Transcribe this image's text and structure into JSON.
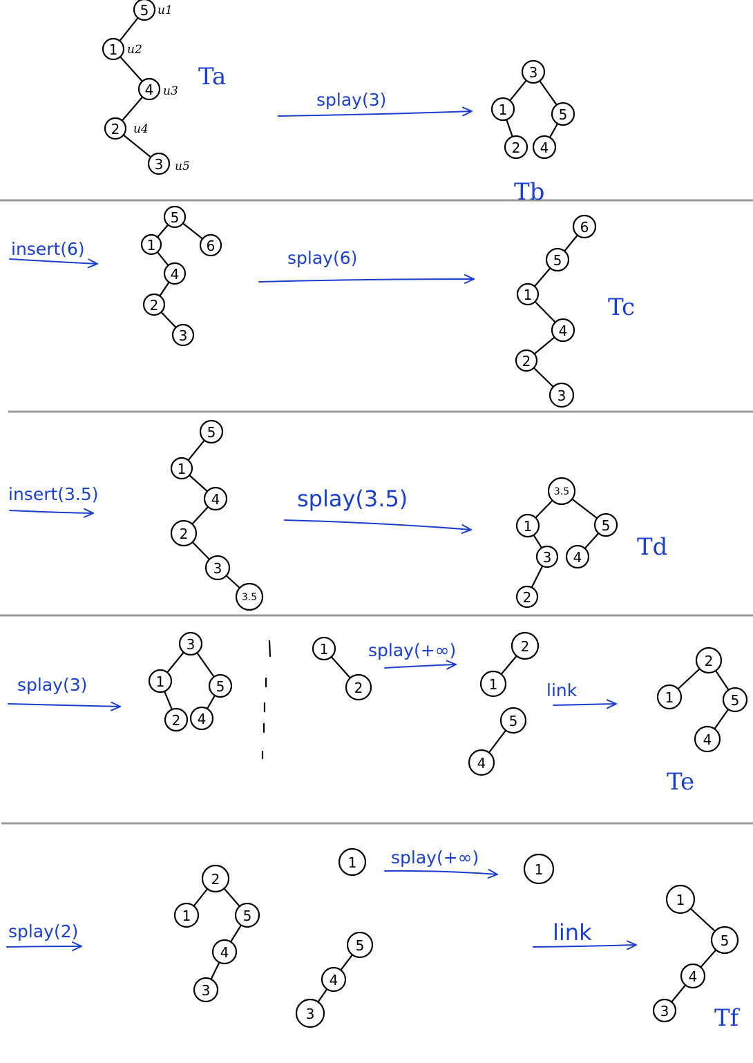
{
  "diagram": {
    "nodes": [
      "5",
      "1",
      "4",
      "2",
      "3",
      "6",
      "3.5"
    ],
    "node_tags": [
      "u1",
      "u2",
      "u3",
      "u4",
      "u5"
    ],
    "operations": [
      "splay(3)",
      "insert(6)",
      "splay(6)",
      "insert(3.5)",
      "splay(3.5)",
      "splay(+∞)",
      "link",
      "splay(2)"
    ],
    "tree_names": [
      "Ta",
      "Tb",
      "Tc",
      "Td",
      "Te",
      "Tf"
    ],
    "colors": {
      "ink": "#000000",
      "annotation": "#1a3fd0",
      "divider": "#9a9a9a"
    }
  }
}
